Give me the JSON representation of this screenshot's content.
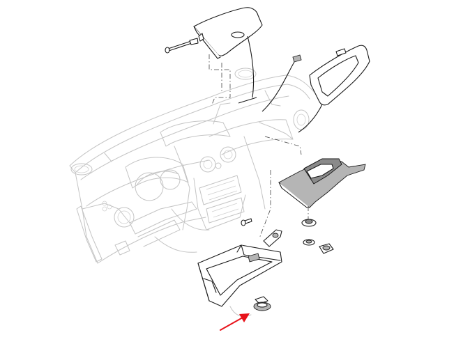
{
  "colors": {
    "background": "#ffffff",
    "line": "#1a1a1a",
    "ghost_line": "#c4c4c4",
    "highlight_arrow": "#e8121a"
  },
  "parts": [
    {
      "id": "upper-glovebox-lid",
      "icon": "lid-shape"
    },
    {
      "id": "trim-screw",
      "icon": "screw-icon"
    },
    {
      "id": "clip",
      "icon": "clip-icon"
    },
    {
      "id": "vent-bezel-frame",
      "icon": "frame-icon"
    },
    {
      "id": "center-console-trim",
      "icon": "trim-icon"
    },
    {
      "id": "console-clip-1",
      "icon": "clip-icon"
    },
    {
      "id": "console-clip-2",
      "icon": "clip-icon"
    },
    {
      "id": "console-clip-3",
      "icon": "clip-icon"
    },
    {
      "id": "glovebox-hinge-bracket",
      "icon": "bracket-icon"
    },
    {
      "id": "glovebox-bin",
      "icon": "bin-icon"
    },
    {
      "id": "glovebox-latch-handle",
      "icon": "latch-icon"
    }
  ],
  "highlight": {
    "target": "glovebox-latch-handle",
    "icon": "arrow-icon"
  }
}
